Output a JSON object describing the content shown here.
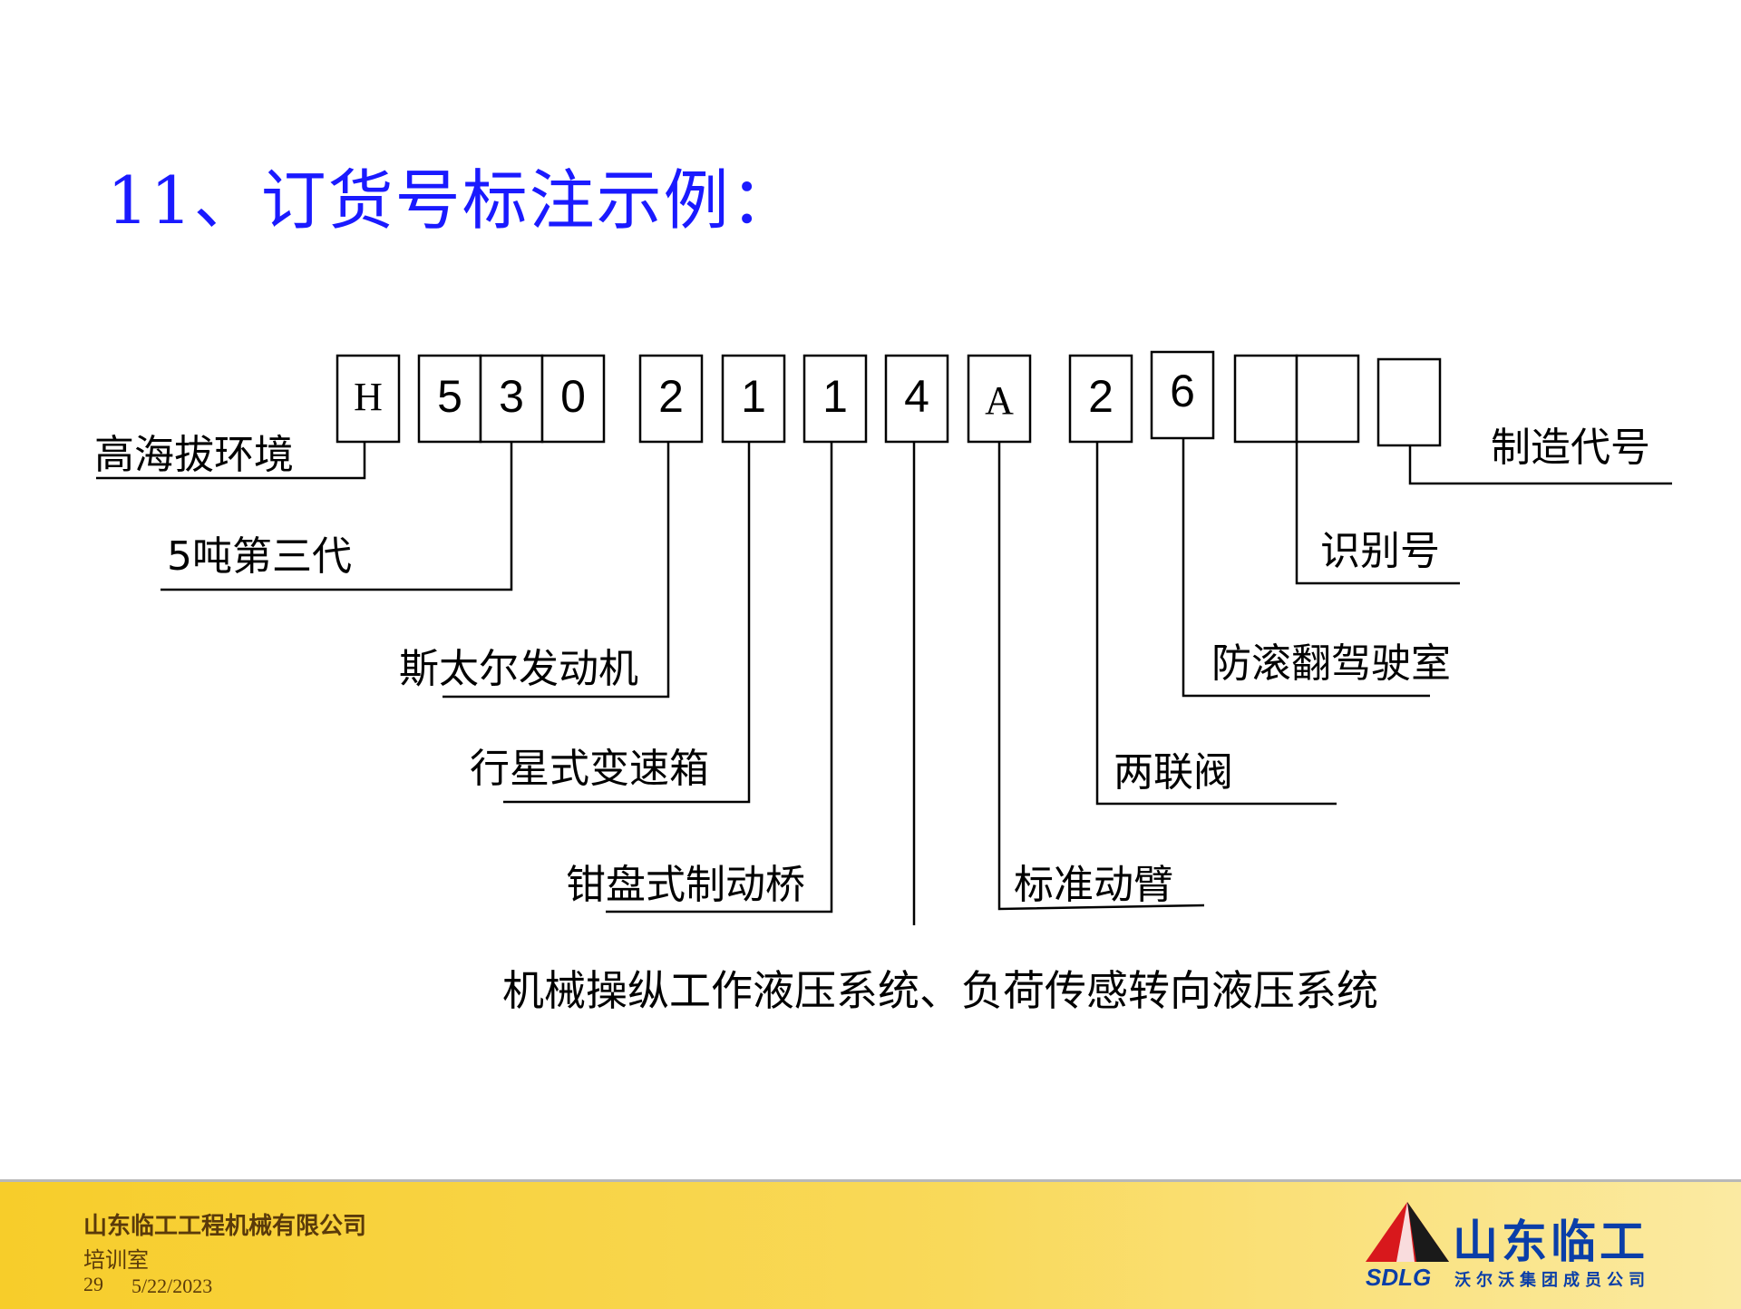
{
  "title": "11、订货号标注示例：",
  "code_characters": [
    "H",
    "5",
    "3",
    "0",
    "2",
    "1",
    "1",
    "4",
    "A",
    "2",
    "6",
    "",
    "",
    ""
  ],
  "labels": {
    "high_altitude": "高海拔环境",
    "five_ton_third_gen": "5吨第三代",
    "steyr_engine": "斯太尔发动机",
    "planetary_gearbox": "行星式变速箱",
    "caliper_brake_axle": "钳盘式制动桥",
    "hydraulic_system": "机械操纵工作液压系统、负荷传感转向液压系统",
    "standard_boom": "标准动臂",
    "two_way_valve": "两联阀",
    "rops_cab": "防滚翻驾驶室",
    "identification_number": "识别号",
    "manufacturing_code": "制造代号"
  },
  "footer": {
    "company": "山东临工工程机械有限公司",
    "department": "培训室",
    "page_number": "29",
    "date": "5/22/2023",
    "logo_text": "山东临工",
    "logo_abbr": "SDLG",
    "logo_sub": "沃尔沃集团成员公司"
  },
  "colors": {
    "title": "#1a1aff",
    "footer_bar": "#f7cd2a",
    "logo_blue": "#0a3ea8",
    "logo_red": "#d8181c"
  }
}
